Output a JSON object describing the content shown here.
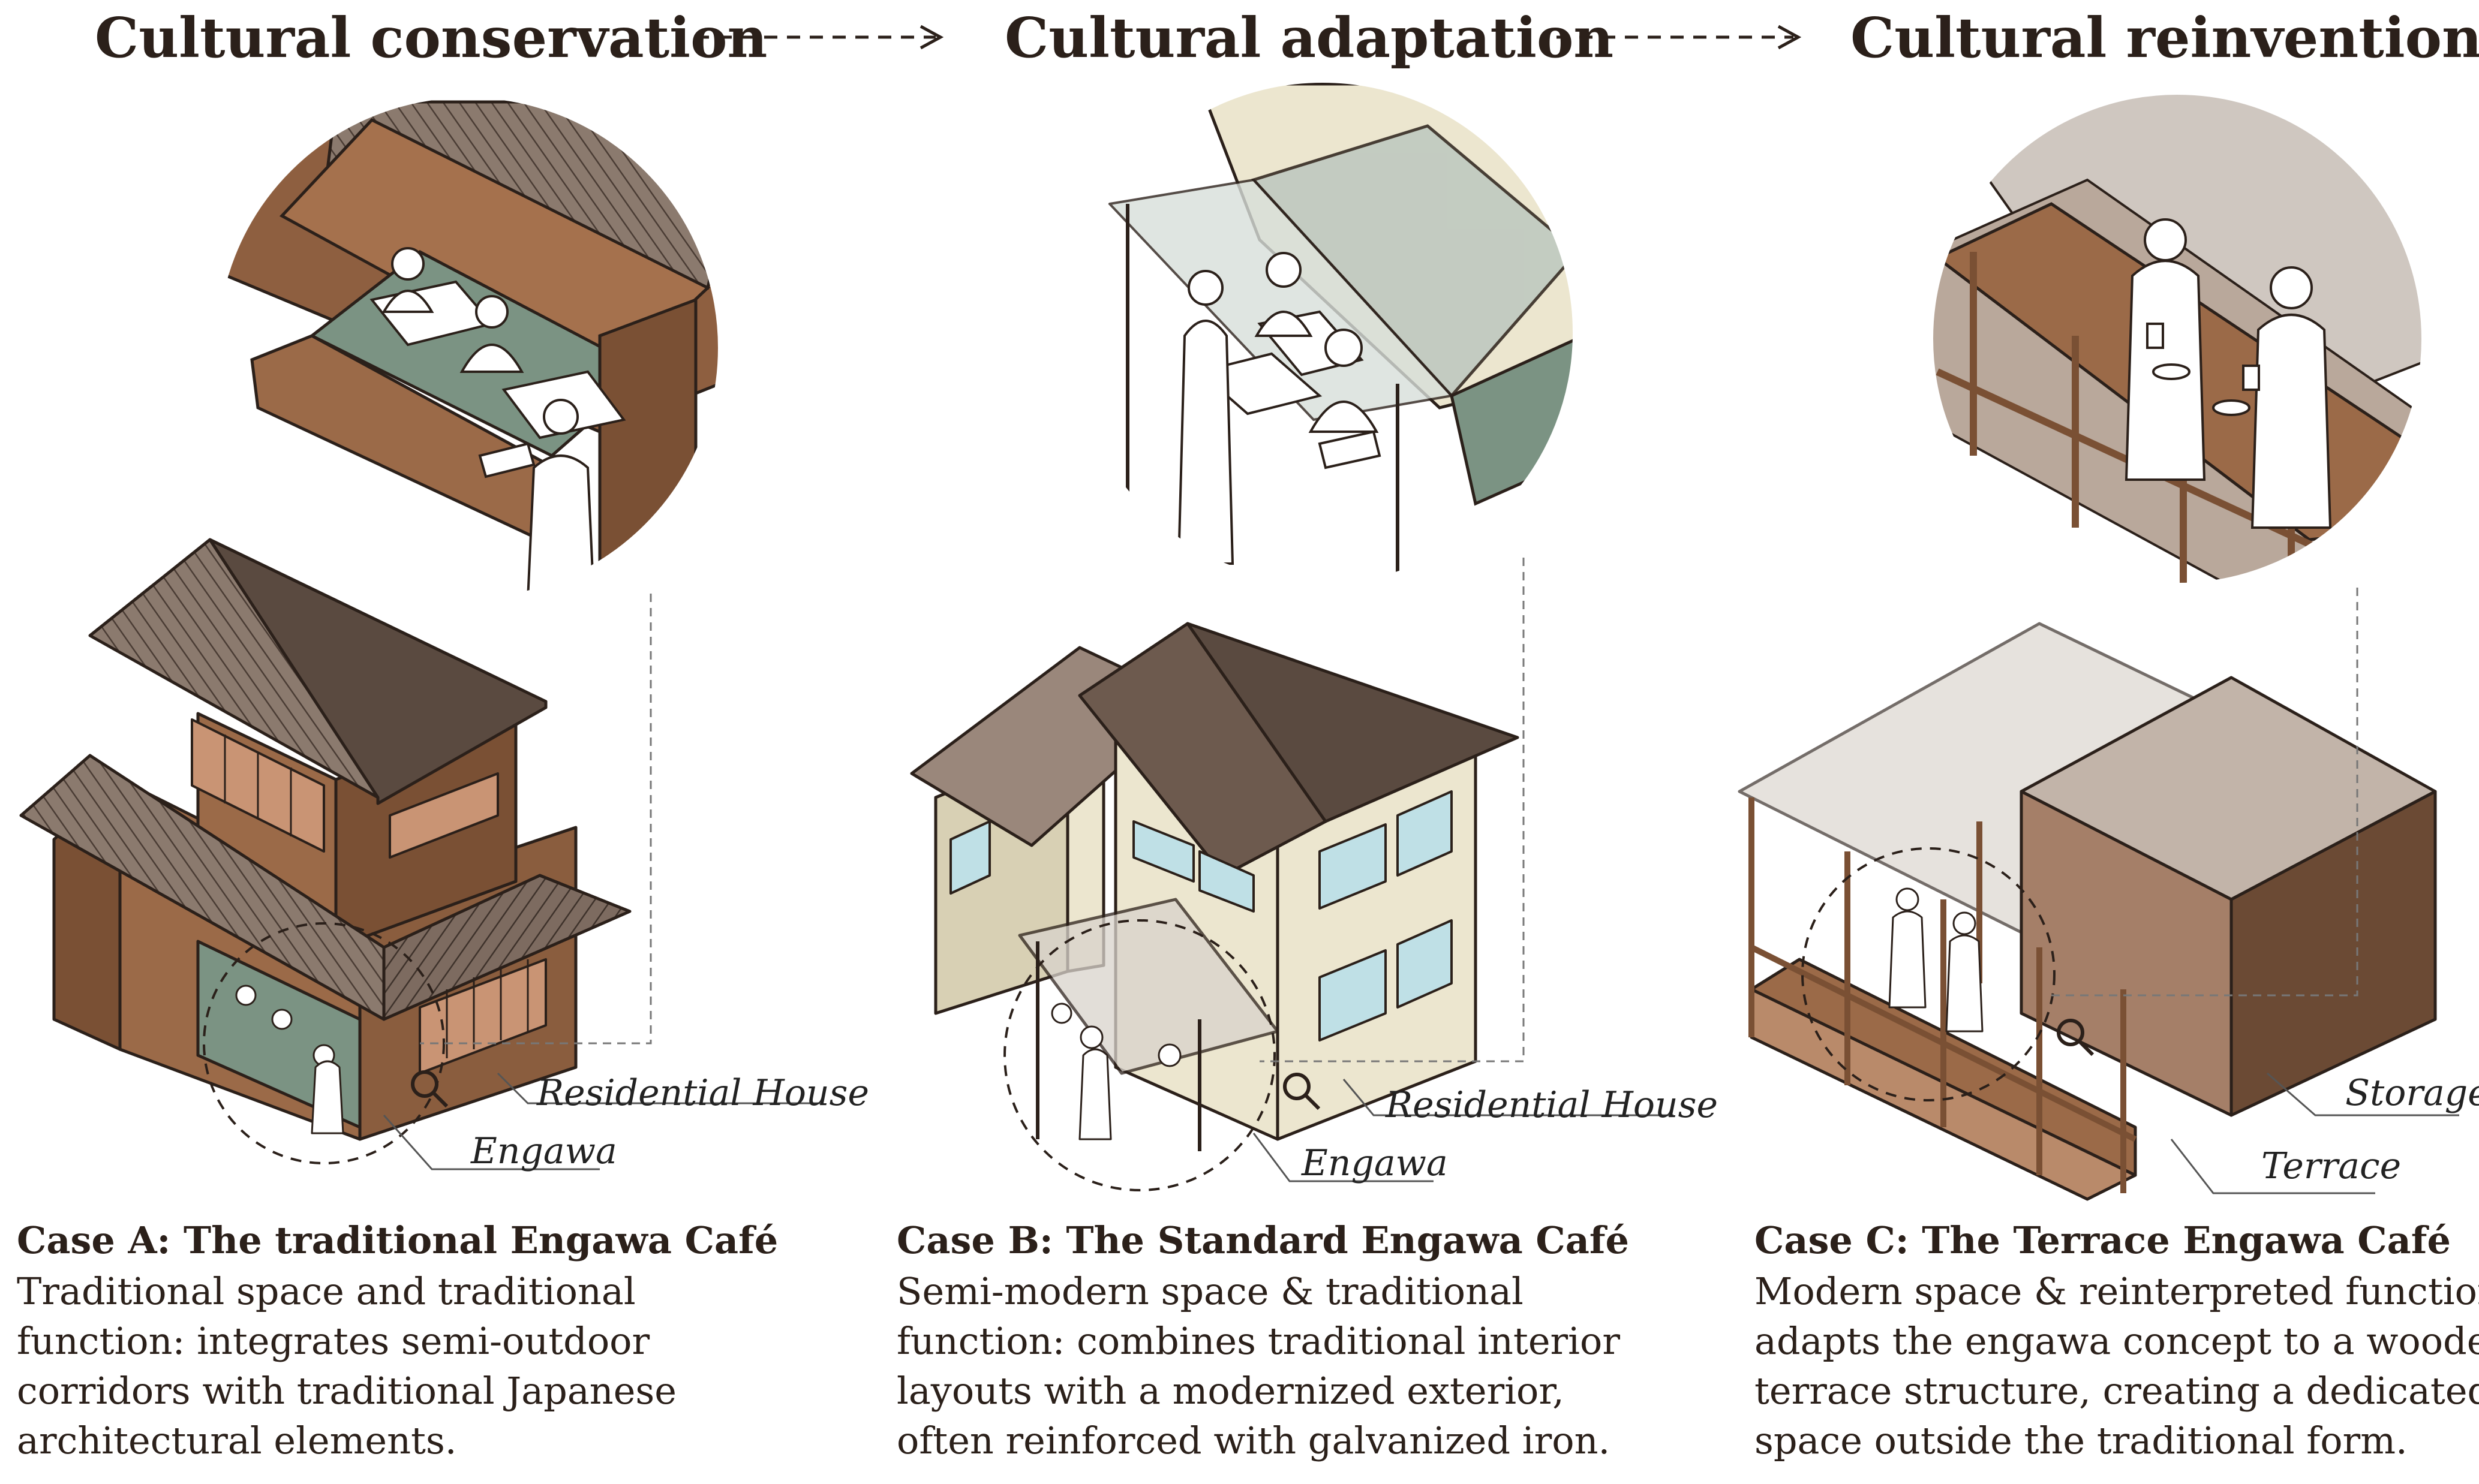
{
  "stages": [
    {
      "label": "Cultural conservation"
    },
    {
      "label": "Cultural adaptation"
    },
    {
      "label": "Cultural reinvention"
    }
  ],
  "cases": [
    {
      "title": "Case A: The traditional Engawa Café",
      "body": [
        "Traditional space and traditional",
        "function: integrates semi-outdoor",
        "corridors with traditional Japanese",
        "architectural elements."
      ],
      "labels": {
        "building": "Residential House",
        "detail": "Engawa"
      }
    },
    {
      "title": "Case B: The Standard Engawa Café",
      "body": [
        "Semi-modern space & traditional",
        "function: combines traditional interior",
        "layouts with a modernized exterior,",
        "often reinforced with galvanized iron."
      ],
      "labels": {
        "building": "Residential House",
        "detail": "Engawa"
      }
    },
    {
      "title": "Case C: The Terrace Engawa Café",
      "body": [
        "Modern space & reinterpreted function:",
        "adapts the engawa concept to a wooden",
        "terrace structure, creating a dedicated",
        "space outside the traditional form."
      ],
      "labels": {
        "building": "Storage",
        "detail": "Terrace"
      }
    }
  ],
  "colors": {
    "wood": "#9b6a48",
    "wood_dark": "#7a5034",
    "wood_light": "#c99474",
    "roof": "#7d6b60",
    "roof_dark": "#5a4a40",
    "tatami": "#7b9383",
    "plaster": "#ece6cf",
    "glass": "#bfe0e6",
    "translucent": "#d9d3cc",
    "ink": "#2b201a"
  }
}
